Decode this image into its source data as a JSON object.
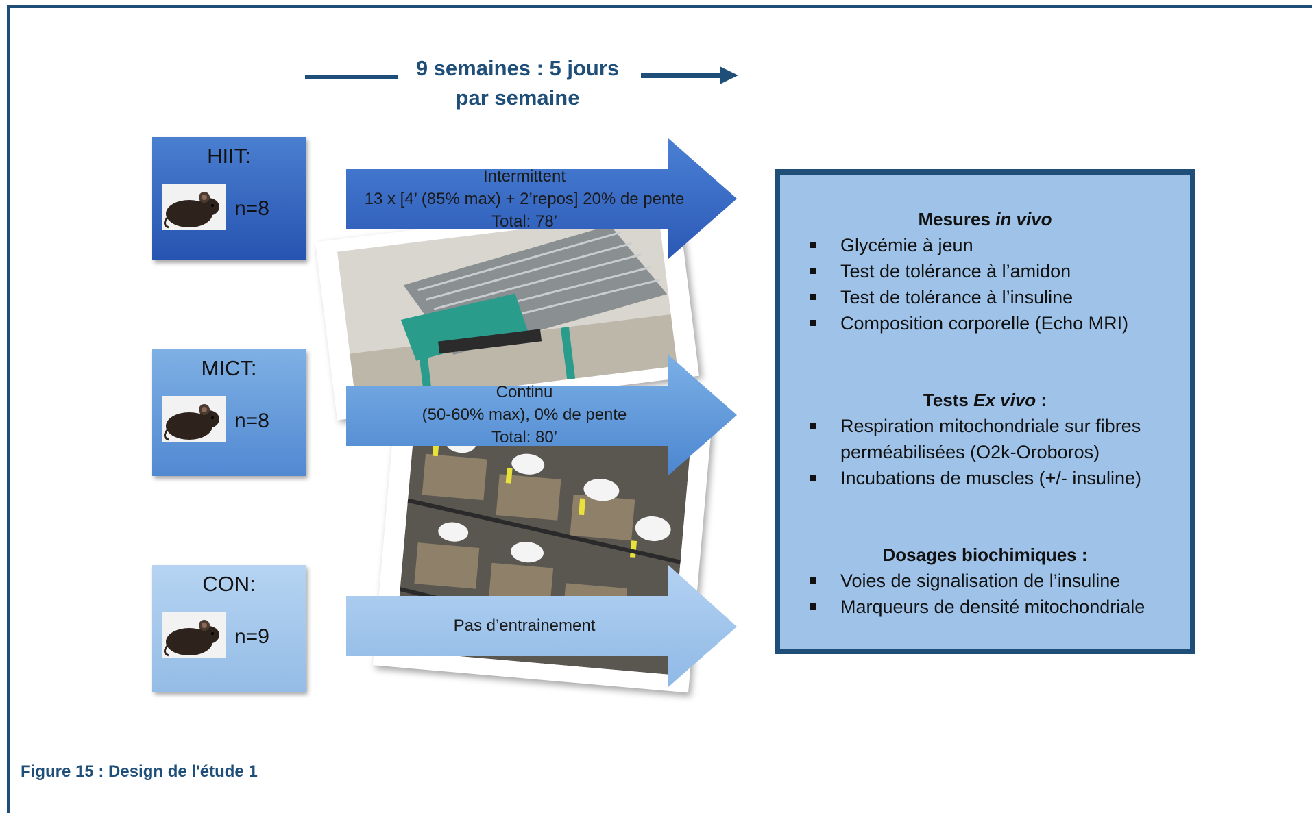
{
  "header": {
    "line1": "9 semaines : 5 jours",
    "line2": "par semaine"
  },
  "groups": [
    {
      "label": "HIIT:",
      "n": "n=8"
    },
    {
      "label": "MICT:",
      "n": "n=8"
    },
    {
      "label": "CON:",
      "n": "n=9"
    }
  ],
  "protocols": [
    {
      "line1": "Intermittent",
      "line2": "13 x [4’ (85% max) + 2’repos] 20% de pente",
      "line3": "Total: 78’"
    },
    {
      "line1": "Continu",
      "line2": "(50-60% max), 0% de pente",
      "line3": "Total: 80’"
    },
    {
      "line1": "Pas d’entrainement"
    }
  ],
  "measures": {
    "in_vivo": {
      "title_prefix": "Mesures ",
      "title_italic": "in vivo",
      "items": [
        "Glycémie à jeun",
        "Test de tolérance à l’amidon",
        "Test de tolérance à l’insuline",
        "Composition corporelle (Echo MRI)"
      ]
    },
    "ex_vivo": {
      "title_prefix": "Tests ",
      "title_italic": "Ex vivo",
      "title_suffix": " :",
      "items": [
        "Respiration mitochondriale sur fibres perméabilisées (O2k-Oroboros)",
        "Incubations de muscles (+/- insuline)"
      ]
    },
    "biochem": {
      "title": "Dosages biochimiques :",
      "items": [
        "Voies de signalisation de l’insuline",
        "Marqueurs de densité mitochondriale"
      ]
    }
  },
  "caption": "Figure 15 : Design de l'étude 1",
  "colors": {
    "border": "#1f4e79",
    "hiit": "#2e5cb8",
    "mict": "#5b93d6",
    "con": "#a6c8ec",
    "measures_bg": "#9fc3e8"
  }
}
